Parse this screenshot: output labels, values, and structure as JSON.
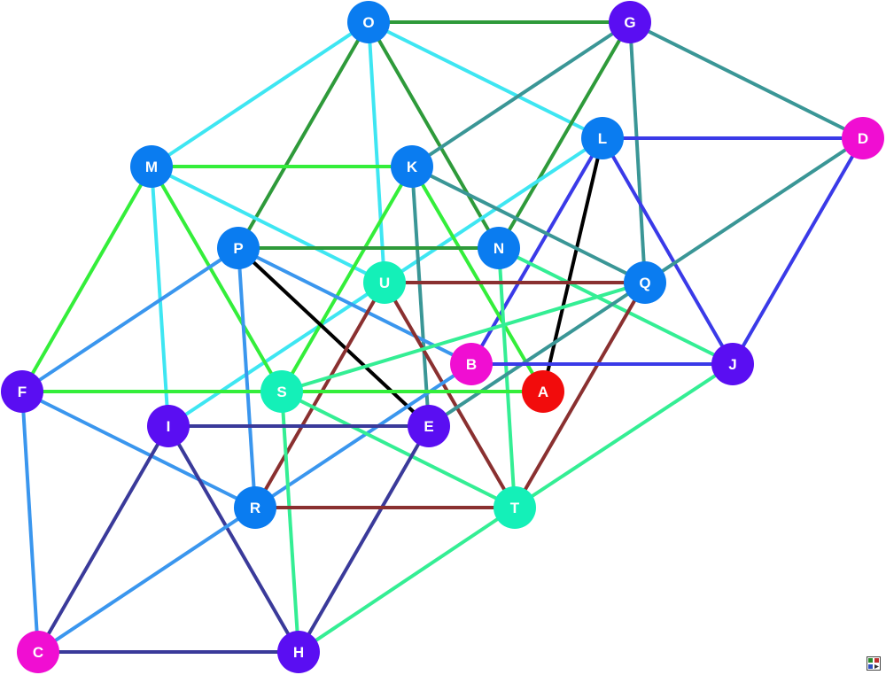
{
  "colors": {
    "node_blue": "#0a7cf0",
    "node_purple": "#5a0ef2",
    "node_magenta": "#f00ed2",
    "node_teal": "#14f0b8",
    "node_red": "#f20c0c",
    "edge_cyan": "#3ee6f2",
    "edge_green_dark": "#2e9a3a",
    "edge_teal": "#3a9696",
    "edge_green_light": "#34ee3a",
    "edge_blue": "#3a3ae8",
    "edge_black": "#000000",
    "edge_maroon": "#8a3030",
    "edge_sky": "#3a96ee",
    "edge_mint": "#34ee94",
    "edge_navy": "#3a3a9a"
  },
  "nodes": [
    {
      "id": "O",
      "label": "O",
      "color": "node_blue"
    },
    {
      "id": "G",
      "label": "G",
      "color": "node_purple"
    },
    {
      "id": "L",
      "label": "L",
      "color": "node_blue"
    },
    {
      "id": "D",
      "label": "D",
      "color": "node_magenta"
    },
    {
      "id": "M",
      "label": "M",
      "color": "node_blue"
    },
    {
      "id": "K",
      "label": "K",
      "color": "node_blue"
    },
    {
      "id": "P",
      "label": "P",
      "color": "node_blue"
    },
    {
      "id": "N",
      "label": "N",
      "color": "node_blue"
    },
    {
      "id": "U",
      "label": "U",
      "color": "node_teal"
    },
    {
      "id": "Q",
      "label": "Q",
      "color": "node_blue"
    },
    {
      "id": "B",
      "label": "B",
      "color": "node_magenta"
    },
    {
      "id": "J",
      "label": "J",
      "color": "node_purple"
    },
    {
      "id": "F",
      "label": "F",
      "color": "node_purple"
    },
    {
      "id": "S",
      "label": "S",
      "color": "node_teal"
    },
    {
      "id": "A",
      "label": "A",
      "color": "node_red"
    },
    {
      "id": "I",
      "label": "I",
      "color": "node_purple"
    },
    {
      "id": "E",
      "label": "E",
      "color": "node_purple"
    },
    {
      "id": "R",
      "label": "R",
      "color": "node_blue"
    },
    {
      "id": "T",
      "label": "T",
      "color": "node_teal"
    },
    {
      "id": "C",
      "label": "C",
      "color": "node_magenta"
    },
    {
      "id": "H",
      "label": "H",
      "color": "node_purple"
    }
  ],
  "edges": [
    {
      "from": "O",
      "to": "G",
      "color": "edge_green_dark"
    },
    {
      "from": "O",
      "to": "M",
      "color": "edge_cyan"
    },
    {
      "from": "O",
      "to": "L",
      "color": "edge_cyan"
    },
    {
      "from": "O",
      "to": "U",
      "color": "edge_cyan"
    },
    {
      "from": "O",
      "to": "P",
      "color": "edge_green_dark"
    },
    {
      "from": "O",
      "to": "N",
      "color": "edge_green_dark"
    },
    {
      "from": "G",
      "to": "K",
      "color": "edge_teal"
    },
    {
      "from": "G",
      "to": "D",
      "color": "edge_teal"
    },
    {
      "from": "G",
      "to": "Q",
      "color": "edge_teal"
    },
    {
      "from": "G",
      "to": "N",
      "color": "edge_green_dark"
    },
    {
      "from": "L",
      "to": "D",
      "color": "edge_blue"
    },
    {
      "from": "L",
      "to": "B",
      "color": "edge_blue"
    },
    {
      "from": "L",
      "to": "A",
      "color": "edge_black"
    },
    {
      "from": "L",
      "to": "J",
      "color": "edge_blue"
    },
    {
      "from": "L",
      "to": "I",
      "color": "edge_cyan"
    },
    {
      "from": "D",
      "to": "Q",
      "color": "edge_teal"
    },
    {
      "from": "D",
      "to": "J",
      "color": "edge_blue"
    },
    {
      "from": "M",
      "to": "K",
      "color": "edge_green_light"
    },
    {
      "from": "M",
      "to": "U",
      "color": "edge_cyan"
    },
    {
      "from": "M",
      "to": "F",
      "color": "edge_green_light"
    },
    {
      "from": "M",
      "to": "S",
      "color": "edge_green_light"
    },
    {
      "from": "M",
      "to": "I",
      "color": "edge_cyan"
    },
    {
      "from": "K",
      "to": "Q",
      "color": "edge_teal"
    },
    {
      "from": "K",
      "to": "S",
      "color": "edge_green_light"
    },
    {
      "from": "K",
      "to": "A",
      "color": "edge_green_light"
    },
    {
      "from": "K",
      "to": "E",
      "color": "edge_teal"
    },
    {
      "from": "P",
      "to": "N",
      "color": "edge_green_dark"
    },
    {
      "from": "P",
      "to": "B",
      "color": "edge_sky"
    },
    {
      "from": "P",
      "to": "E",
      "color": "edge_black"
    },
    {
      "from": "P",
      "to": "F",
      "color": "edge_sky"
    },
    {
      "from": "P",
      "to": "R",
      "color": "edge_sky"
    },
    {
      "from": "N",
      "to": "J",
      "color": "edge_mint"
    },
    {
      "from": "N",
      "to": "T",
      "color": "edge_mint"
    },
    {
      "from": "U",
      "to": "Q",
      "color": "edge_maroon"
    },
    {
      "from": "U",
      "to": "R",
      "color": "edge_maroon"
    },
    {
      "from": "U",
      "to": "T",
      "color": "edge_maroon"
    },
    {
      "from": "Q",
      "to": "S",
      "color": "edge_mint"
    },
    {
      "from": "Q",
      "to": "E",
      "color": "edge_teal"
    },
    {
      "from": "Q",
      "to": "T",
      "color": "edge_maroon"
    },
    {
      "from": "B",
      "to": "J",
      "color": "edge_blue"
    },
    {
      "from": "B",
      "to": "R",
      "color": "edge_sky"
    },
    {
      "from": "J",
      "to": "T",
      "color": "edge_mint"
    },
    {
      "from": "F",
      "to": "A",
      "color": "edge_green_light"
    },
    {
      "from": "F",
      "to": "R",
      "color": "edge_sky"
    },
    {
      "from": "F",
      "to": "C",
      "color": "edge_sky"
    },
    {
      "from": "S",
      "to": "T",
      "color": "edge_mint"
    },
    {
      "from": "S",
      "to": "H",
      "color": "edge_mint"
    },
    {
      "from": "I",
      "to": "E",
      "color": "edge_navy"
    },
    {
      "from": "I",
      "to": "C",
      "color": "edge_navy"
    },
    {
      "from": "I",
      "to": "H",
      "color": "edge_navy"
    },
    {
      "from": "E",
      "to": "H",
      "color": "edge_navy"
    },
    {
      "from": "R",
      "to": "T",
      "color": "edge_maroon"
    },
    {
      "from": "R",
      "to": "C",
      "color": "edge_sky"
    },
    {
      "from": "T",
      "to": "H",
      "color": "edge_mint"
    },
    {
      "from": "C",
      "to": "H",
      "color": "edge_navy"
    }
  ]
}
